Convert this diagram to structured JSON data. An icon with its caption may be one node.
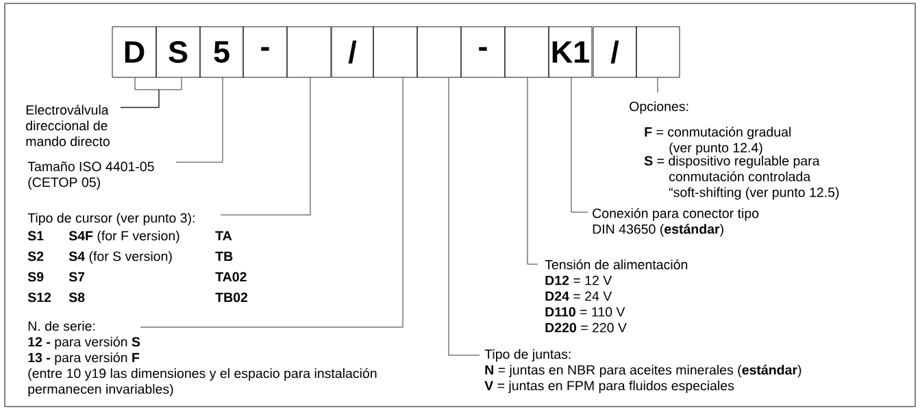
{
  "diagram": {
    "nodes": [
      {
        "text": [
          "D"
        ]
      },
      {
        "text": [
          "S"
        ]
      },
      {
        "text": [
          "5"
        ]
      },
      {
        "text": [
          "-"
        ]
      },
      {
        "text": [],
        "shape": "box"
      },
      {
        "text": [
          "/"
        ]
      },
      {
        "text": [],
        "shape": "box"
      },
      {
        "text": [],
        "shape": "box"
      },
      {
        "text": [
          "-"
        ]
      },
      {
        "text": [],
        "shape": "box"
      },
      {
        "text": [
          "K1"
        ]
      },
      {
        "text": [
          "/"
        ]
      },
      {
        "text": [],
        "shape": "box"
      },
      {
        "text": [
          "Electroválvula direccional de mando directo"
        ]
      },
      {
        "text": [
          "Opciones:",
          "**F** = conmutación gradual (ver punto 12.4)",
          "**S** = dispositivo regulable para conmutación controlada “soft-shifting (ver punto 12.5)"
        ]
      },
      {
        "text": [
          "Tamaño ISO 4401-05 (CETOP 05)"
        ]
      },
      {
        "text": [
          "Conexión para conector tipo DIN 43650 (**estándar**)"
        ]
      },
      {
        "text": [
          "Tipo de cursor (ver punto 3):",
          "S1",
          "**S4F** (for F version)",
          "TA",
          "S2",
          "**S4** (for S version)",
          "TB",
          "S9",
          "**S7**",
          "TA02",
          "S12",
          "**S8**",
          "TB02"
        ]
      },
      {
        "text": [
          "Tensión de alimentación",
          "**D12** = 12 V",
          "**D24** = 24 V",
          "**D110** = 110 V",
          "**D220** = 220 V"
        ]
      },
      {
        "text": [
          "N. de serie:",
          "**12 -** para versión **S**",
          "**13 -** para versión **F**",
          "(entre 10 y19 las dimensiones y el espacio para instalación permanecen invariables)"
        ]
      },
      {
        "text": [
          "Tipo de juntas:",
          "**N** = juntas en NBR para aceites minerales (**estándar**)",
          "**V** = juntas en FPM para fluidos especiales"
        ]
      }
    ],
    "edges": [
      {
        "from": 13,
        "to": 0,
        "arrow": "none"
      },
      {
        "from": 13,
        "to": 1,
        "arrow": "none"
      },
      {
        "from": 15,
        "to": 2,
        "arrow": "none"
      },
      {
        "from": 17,
        "to": 4,
        "arrow": "none"
      },
      {
        "from": 19,
        "to": 6,
        "arrow": "none"
      },
      {
        "from": 20,
        "to": 7,
        "arrow": "none"
      },
      {
        "from": 18,
        "to": 9,
        "arrow": "none"
      },
      {
        "from": 16,
        "to": 10,
        "arrow": "none"
      },
      {
        "from": 14,
        "to": 12,
        "arrow": "none"
      }
    ]
  }
}
